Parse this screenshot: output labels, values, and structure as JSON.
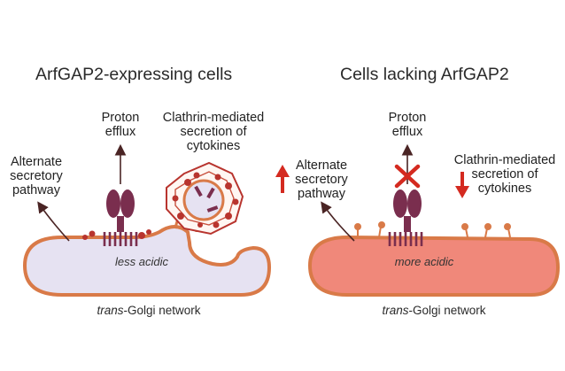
{
  "left": {
    "title": "ArfGAP2-expressing cells",
    "proton_line1": "Proton",
    "proton_line2": "efflux",
    "clathrin_line1": "Clathrin-mediated",
    "clathrin_line2": "secretion of",
    "clathrin_line3": "cytokines",
    "alt_line1": "Alternate",
    "alt_line2": "secretory",
    "alt_line3": "pathway",
    "acidity": "less acidic",
    "network_italic": "trans",
    "network_rest": "-Golgi network"
  },
  "right": {
    "title": "Cells lacking ArfGAP2",
    "proton_line1": "Proton",
    "proton_line2": "efflux",
    "clathrin_line1": "Clathrin-mediated",
    "clathrin_line2": "secretion of",
    "clathrin_line3": "cytokines",
    "alt_line1": "Alternate",
    "alt_line2": "secretory",
    "alt_line3": "pathway",
    "acidity": "more acidic",
    "network_italic": "trans",
    "network_rest": "-Golgi network"
  },
  "colors": {
    "membrane": "#d97a48",
    "left_fill": "#e6e2f2",
    "right_fill": "#f0887a",
    "pump": "#7a2e4e",
    "coat": "#b8342e",
    "arrow_red": "#d42a20",
    "arrow_dark": "#5a2a2a"
  }
}
